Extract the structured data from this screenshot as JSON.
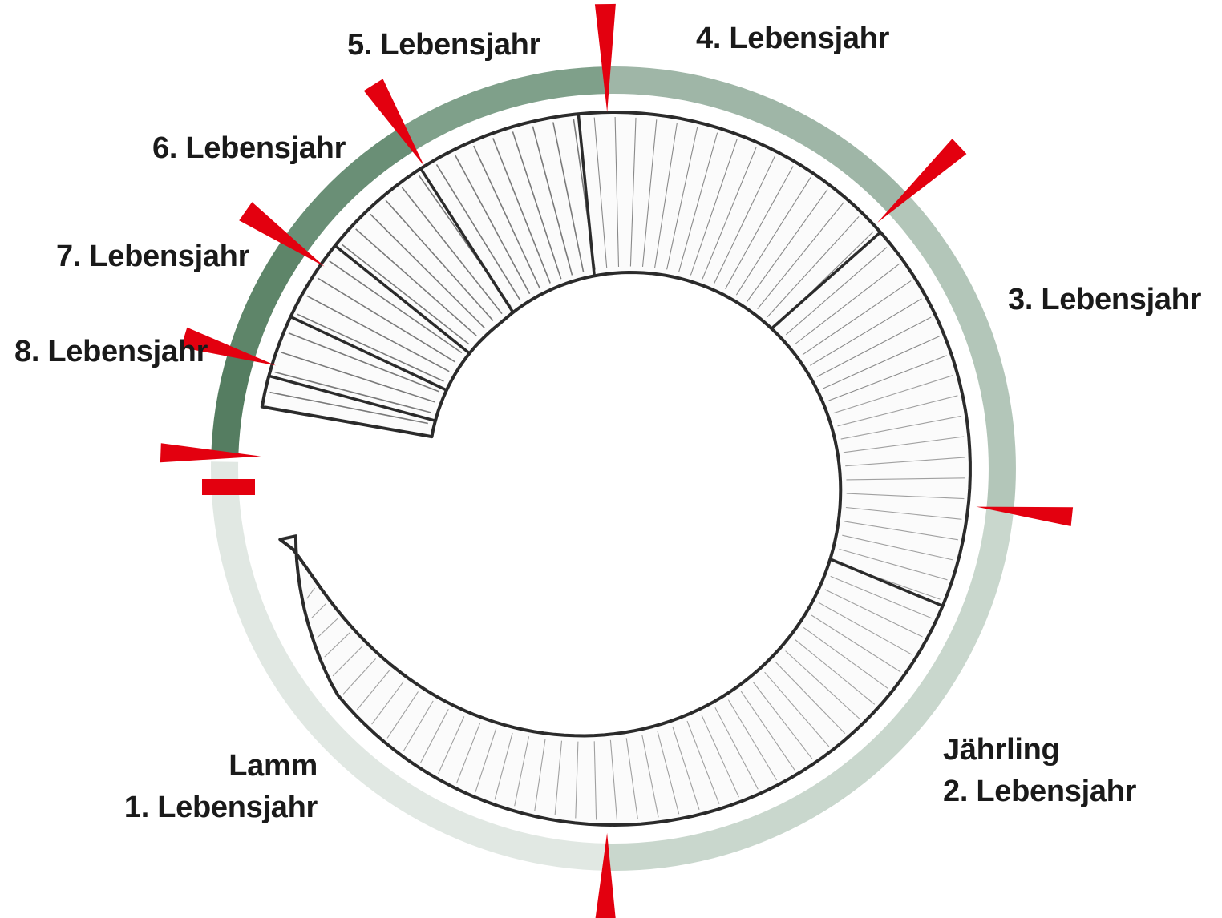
{
  "diagram": {
    "segments": [
      {
        "id": "lamm",
        "line1": "Lamm",
        "line2": "1. Lebensjahr",
        "color": "#e1e8e3"
      },
      {
        "id": "jaehrling",
        "line1": "Jährling",
        "line2": "2. Lebensjahr",
        "color": "#c9d7cd"
      },
      {
        "id": "y3",
        "label": "3. Lebensjahr",
        "color": "#b3c6b9"
      },
      {
        "id": "y4",
        "label": "4. Lebensjahr",
        "color": "#9fb6a7"
      },
      {
        "id": "y5",
        "label": "5. Lebensjahr",
        "color": "#7fa08a"
      },
      {
        "id": "y6",
        "label": "6. Lebensjahr",
        "color": "#6a8f76"
      },
      {
        "id": "y7",
        "label": "7. Lebensjahr",
        "color": "#5e8569"
      },
      {
        "id": "y8",
        "label": "8. Lebensjahr",
        "color": "#557d61"
      }
    ],
    "colors": {
      "marker": "#e3000f",
      "horn_outline": "#2b2b2b",
      "horn_fill": "#fbfbfb",
      "horn_lines": "#8a8a8a"
    }
  }
}
